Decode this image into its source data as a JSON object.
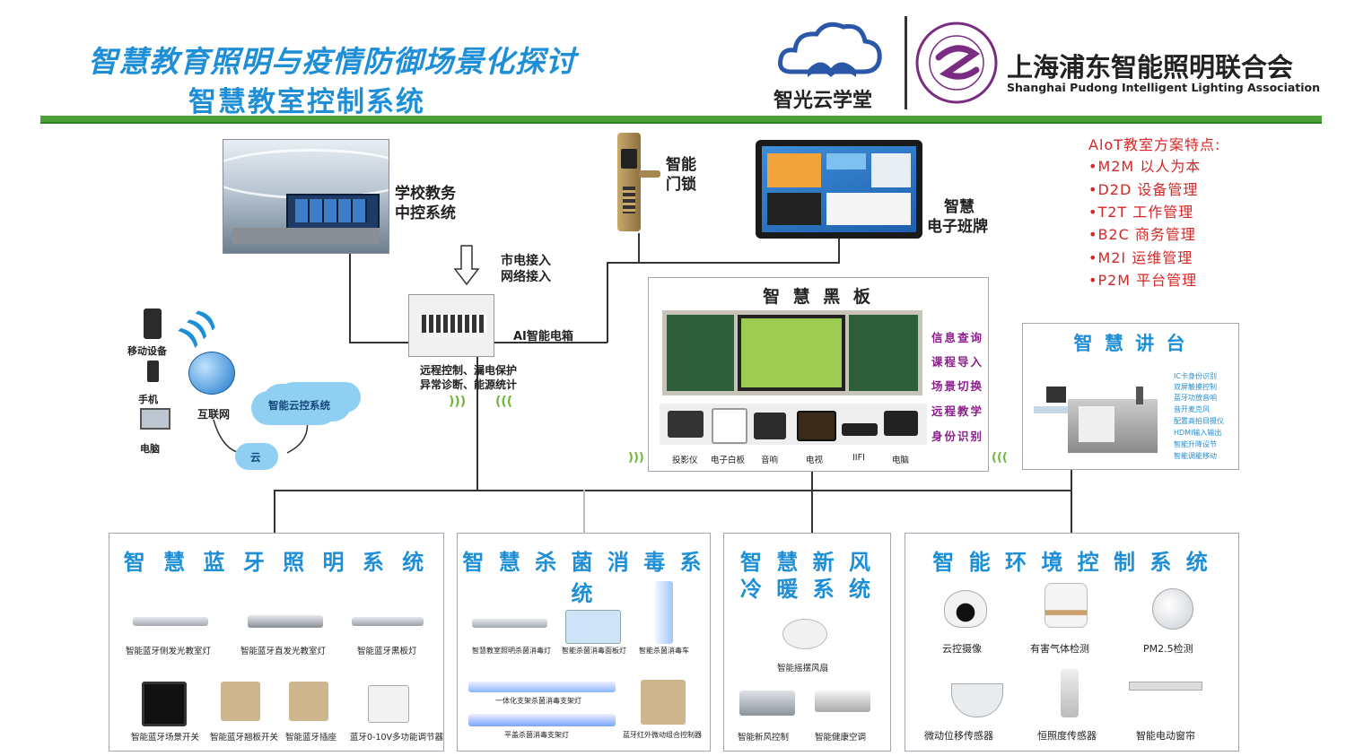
{
  "header": {
    "title": "智慧教育照明与疫情防御场景化探讨",
    "subtitle": "智慧教室控制系统",
    "logo_left": "智光云学堂",
    "logo_right_cn": "上海浦东智能照明联合会",
    "logo_right_en": "Shanghai Pudong Intelligent Lighting Association"
  },
  "top": {
    "center_control": [
      "学校教务",
      "中控系统"
    ],
    "smart_lock": [
      "智能",
      "门锁"
    ],
    "e_board": [
      "智慧",
      "电子班牌"
    ],
    "power_in": [
      "市电接入",
      "网络接入"
    ],
    "ai_box": "AI智能电箱",
    "ai_box_funcs": [
      "远程控制、漏电保护",
      "异常诊断、能源统计"
    ]
  },
  "network": {
    "mobile": "移动设备",
    "phone": "手机",
    "pc": "电脑",
    "internet": "互联网",
    "cloud_system": "智能云控系统",
    "cloud": "云"
  },
  "features": {
    "title": "AloT教室方案特点:",
    "items": [
      "•M2M  以人为本",
      "•D2D  设备管理",
      "•T2T  工作管理",
      "•B2C  商务管理",
      "•M2I  运维管理",
      "•P2M  平台管理"
    ]
  },
  "blackboard": {
    "title": "智 慧 黑 板",
    "functions": [
      "信息查询",
      "课程导入",
      "场景切换",
      "远程教学",
      "身份识别"
    ],
    "devices": [
      "投影仪",
      "电子白板",
      "音响",
      "电视",
      "IIFI",
      "电脑"
    ]
  },
  "podium": {
    "title": "智 慧 讲 台",
    "features": [
      "IC卡身份识别",
      "双屏触摸控制",
      "蓝牙功放音响",
      "音开麦克风",
      "配置高拍目摄仪",
      "HDMI输入输出",
      "智能升降设节",
      "智能调能移动"
    ]
  },
  "systems": {
    "lighting": {
      "title": "智 慧 蓝 牙 照 明 系 统",
      "items": [
        "智能蓝牙侧发光教室灯",
        "智能蓝牙直发光教室灯",
        "智能蓝牙黑板灯",
        "智能蓝牙场景开关",
        "智能蓝牙翘板开关",
        "智能蓝牙插座",
        "蓝牙0-10V多功能调节器"
      ]
    },
    "disinfect": {
      "title": "智 慧 杀 菌 消 毒 系 统",
      "items": [
        "智慧教室照明杀菌消毒灯",
        "智能杀菌消毒面板灯",
        "智能杀菌消毒车",
        "一体化支架杀菌消毒支架灯",
        "平盖杀菌消毒支架灯",
        "蓝牙红外微动组合控制器"
      ]
    },
    "fresh_air": {
      "title": [
        "智 慧 新 风",
        "冷 暖 系 统"
      ],
      "items": [
        "智能摇摆风扇",
        "智能新风控制",
        "智能健康空调"
      ]
    },
    "environment": {
      "title": "智 能 环 境 控 制 系 统",
      "items": [
        "云控摄像",
        "有害气体检测",
        "PM2.5检测",
        "微动位移传感器",
        "恒照度传感器",
        "智能电动窗帘"
      ]
    }
  },
  "colors": {
    "title_blue": "#1e8fd6",
    "rule_green": "#4aa236",
    "feature_red": "#d42828",
    "board_purple": "#8b1e8b"
  }
}
